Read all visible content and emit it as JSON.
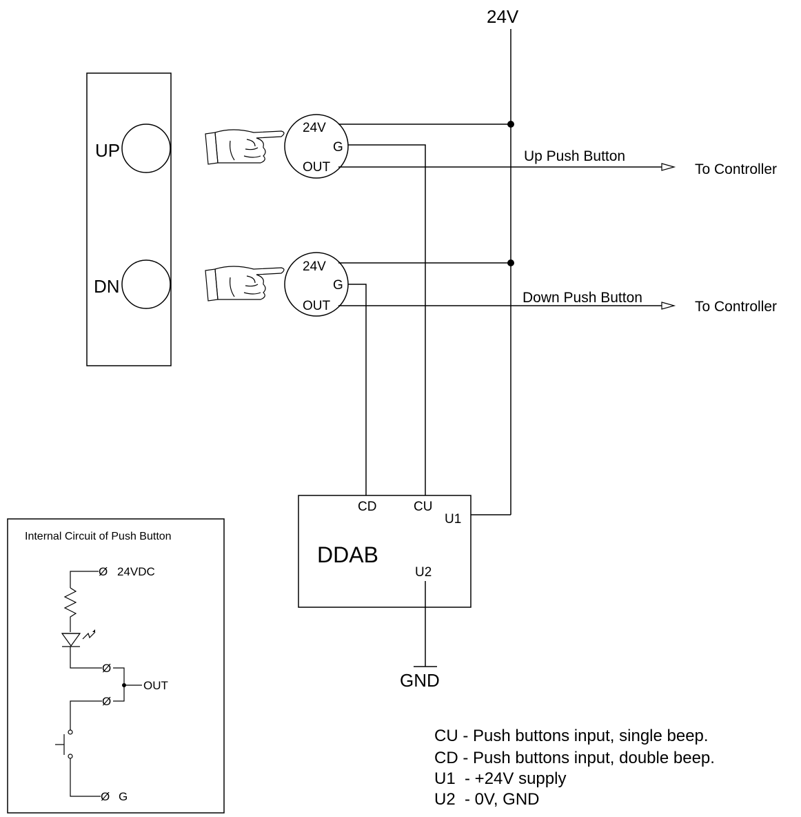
{
  "supply_label": "24V",
  "panel": {
    "up_label": "UP",
    "dn_label": "DN"
  },
  "push_buttons": [
    {
      "pin_24v": "24V",
      "pin_g": "G",
      "pin_out": "OUT",
      "line_label": "Up Push Button",
      "dest": "To Controller"
    },
    {
      "pin_24v": "24V",
      "pin_g": "G",
      "pin_out": "OUT",
      "line_label": "Down Push Button",
      "dest": "To Controller"
    }
  ],
  "ddab": {
    "name": "DDAB",
    "pin_cd": "CD",
    "pin_cu": "CU",
    "pin_u1": "U1",
    "pin_u2": "U2"
  },
  "ground_label": "GND",
  "internal_circuit": {
    "title": "Internal Circuit of Push Button",
    "term_24vdc": "24VDC",
    "term_out": "OUT",
    "term_g": "G",
    "term_symbol": "Ø"
  },
  "legend": [
    "CU - Push buttons input, single beep.",
    "CD - Push buttons input, double beep.",
    "U1  - +24V supply",
    "U2  - 0V, GND"
  ]
}
